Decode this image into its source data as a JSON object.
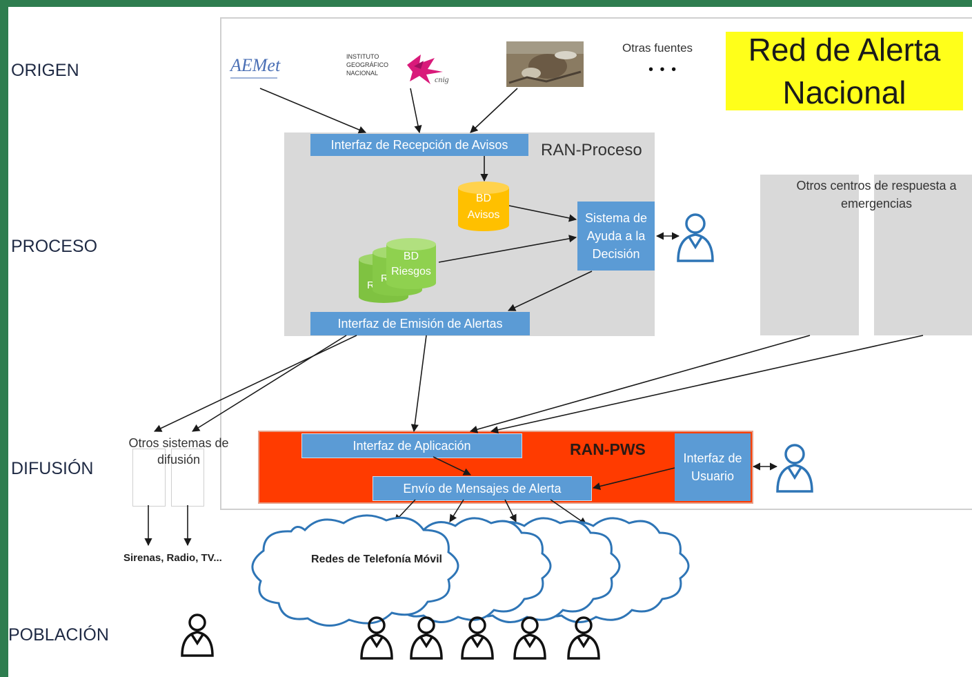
{
  "layers": {
    "origen": "ORIGEN",
    "proceso": "PROCESO",
    "difusion": "DIFUSIÓN",
    "poblacion": "POBLACIÓN"
  },
  "title": {
    "line1": "Red de Alerta",
    "line2": "Nacional"
  },
  "sources": {
    "aemet": "AEMet",
    "ign": {
      "line1": "INSTITUTO",
      "line2": "GEOGRÁFICO",
      "line3": "NACIONAL",
      "mark": "cnig"
    },
    "otras_fuentes": "Otras fuentes",
    "ellipsis": "• • •"
  },
  "ran_proceso": {
    "label": "RAN-Proceso",
    "recepcion": "Interfaz de Recepción de Avisos",
    "bd_avisos": {
      "line1": "BD",
      "line2": "Avisos"
    },
    "bd_riesgos": {
      "line1": "BD",
      "line2": "Riesgos",
      "back_a": "R",
      "back_b": "R"
    },
    "sistema_ayuda": {
      "line1": "Sistema de",
      "line2": "Ayuda a la",
      "line3": "Decisión"
    },
    "emision": "Interfaz de Emisión de Alertas"
  },
  "otros_centros": {
    "line1": "Otros centros de respuesta a",
    "line2": "emergencias"
  },
  "otros_sistemas": {
    "line1": "Otros sistemas de",
    "line2": "difusión"
  },
  "ran_pws": {
    "label": "RAN-PWS",
    "aplicacion": "Interfaz de Aplicación",
    "envio": "Envío de Mensajes de Alerta",
    "usuario": {
      "line1": "Interfaz de",
      "line2": "Usuario"
    }
  },
  "sirenas": "Sirenas, Radio, TV...",
  "redes": "Redes de Telefonía Móvil",
  "colors": {
    "blue": "#5b9bd5",
    "gray": "#d9d9d9",
    "red": "#ff3b00",
    "yellow": "#ffff1a",
    "orange_db": "#ffc000",
    "green_db": "#8fd14f",
    "cloud_outline": "#2e75b6",
    "person_outline": "#2e75b6"
  }
}
